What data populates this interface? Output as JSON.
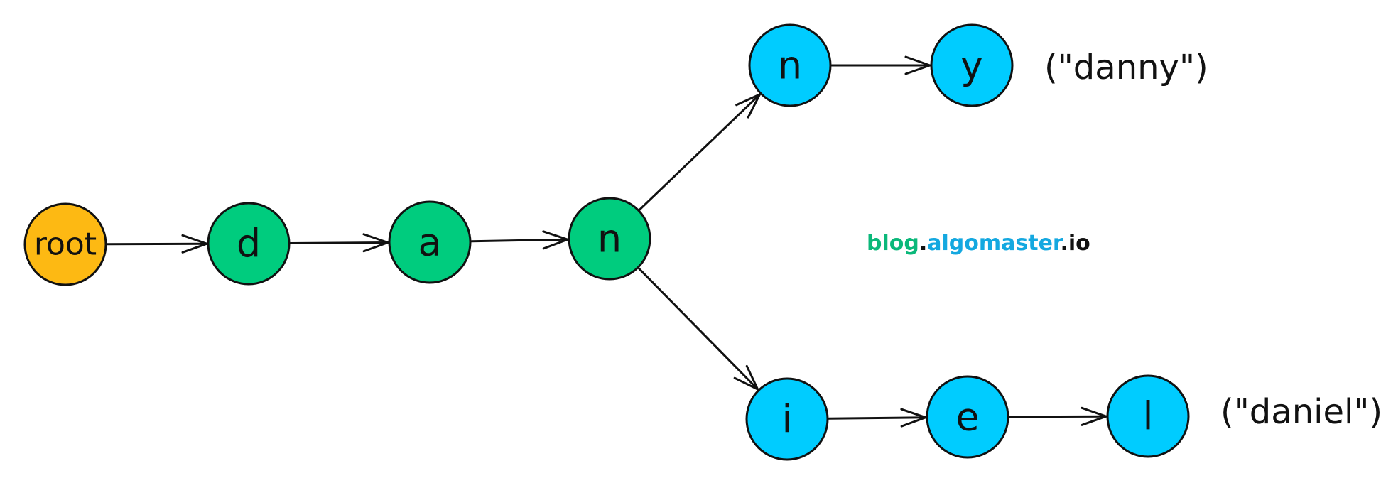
{
  "colors": {
    "root_fill": "#FDB913",
    "prefix_fill": "#00CC7E",
    "suffix_fill": "#00CCFF",
    "stroke": "#111111",
    "watermark_blog": "#0BB87A",
    "watermark_algomaster": "#14A8E0",
    "watermark_io": "#111111"
  },
  "nodes": [
    {
      "id": "root",
      "label": "root",
      "kind": "root"
    },
    {
      "id": "d",
      "label": "d",
      "kind": "prefix"
    },
    {
      "id": "a",
      "label": "a",
      "kind": "prefix"
    },
    {
      "id": "n1",
      "label": "n",
      "kind": "prefix"
    },
    {
      "id": "n2",
      "label": "n",
      "kind": "suffix"
    },
    {
      "id": "y",
      "label": "y",
      "kind": "suffix"
    },
    {
      "id": "i",
      "label": "i",
      "kind": "suffix"
    },
    {
      "id": "e",
      "label": "e",
      "kind": "suffix"
    },
    {
      "id": "l",
      "label": "l",
      "kind": "suffix"
    }
  ],
  "edges": [
    [
      "root",
      "d"
    ],
    [
      "d",
      "a"
    ],
    [
      "a",
      "n1"
    ],
    [
      "n1",
      "n2"
    ],
    [
      "n2",
      "y"
    ],
    [
      "n1",
      "i"
    ],
    [
      "i",
      "e"
    ],
    [
      "e",
      "l"
    ]
  ],
  "words": {
    "danny": "(\"danny\")",
    "daniel": "(\"daniel\")"
  },
  "watermark": {
    "blog": "blog",
    "dot1": ".",
    "algomaster": "algomaster",
    "dot2": ".",
    "io": "io"
  }
}
